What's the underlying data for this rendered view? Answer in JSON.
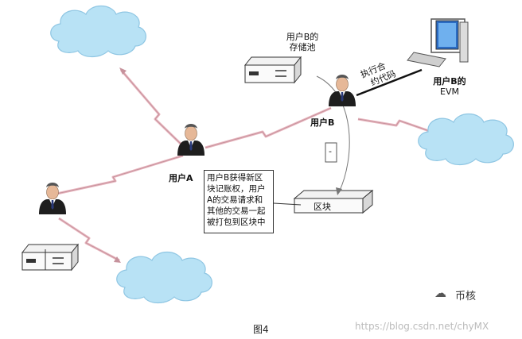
{
  "labels": {
    "userB_storage": [
      "用户B的",
      "存储池"
    ],
    "execute_contract": "执行合约代码",
    "userB_evm": [
      "用户B的",
      "EVM"
    ],
    "userB": "用户B",
    "userA": "用户A",
    "block": "区块",
    "small_tag": "-"
  },
  "note": [
    "用户B获得新区",
    "块记账权，用户",
    "A的交易请求和",
    "其他的交易一起",
    "被打包到区块中"
  ],
  "caption": "图4",
  "watermark": "https://blog.csdn.net/chyMX",
  "brand": "币核",
  "colors": {
    "cloud": "#b8e2f5",
    "cloud_stroke": "#8fc6e3",
    "link": "#f1c6cd",
    "link_stroke": "#c79aa2"
  }
}
